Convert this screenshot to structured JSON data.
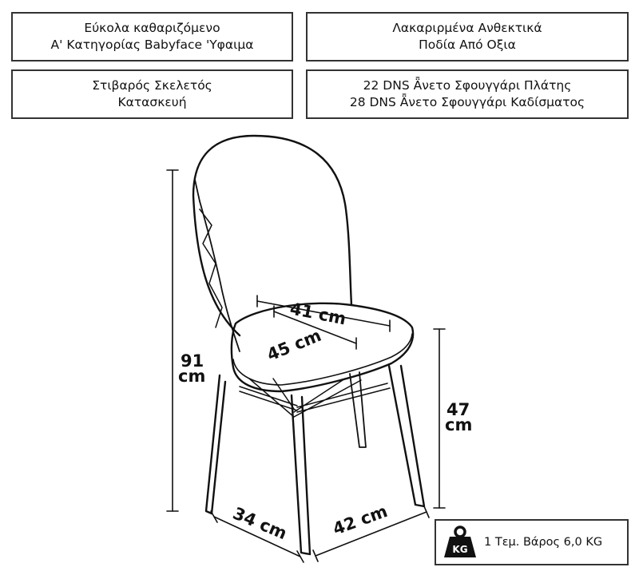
{
  "features": [
    {
      "line1": "Εύκολα καθαριζόμενο",
      "line2": "Α' Κατηγορίας Babyface 'Υφαιμα"
    },
    {
      "line1": "Λακαριρμένα Ανθεκτικά",
      "line2": "Ποδία Από Οξια"
    },
    {
      "line1": "Στιβαρός Σκελετός",
      "line2": "Κατασκευή"
    },
    {
      "line1": "22 DNS Ǟνετο Σφουγγάρι Πλάτης",
      "line2": "28 DNS Ǟνετο Σφουγγάρι Καδίσματος"
    }
  ],
  "dimensions": {
    "total_height": {
      "value": "91",
      "unit": "cm"
    },
    "seat_height": {
      "value": "47",
      "unit": "cm"
    },
    "seat_width": "41 cm",
    "seat_depth": "45 cm",
    "base_depth": "34 cm",
    "base_width": "42 cm"
  },
  "weight": {
    "icon_label": "KG",
    "text": "1 Τεμ. Βάρος 6,0 KG"
  }
}
